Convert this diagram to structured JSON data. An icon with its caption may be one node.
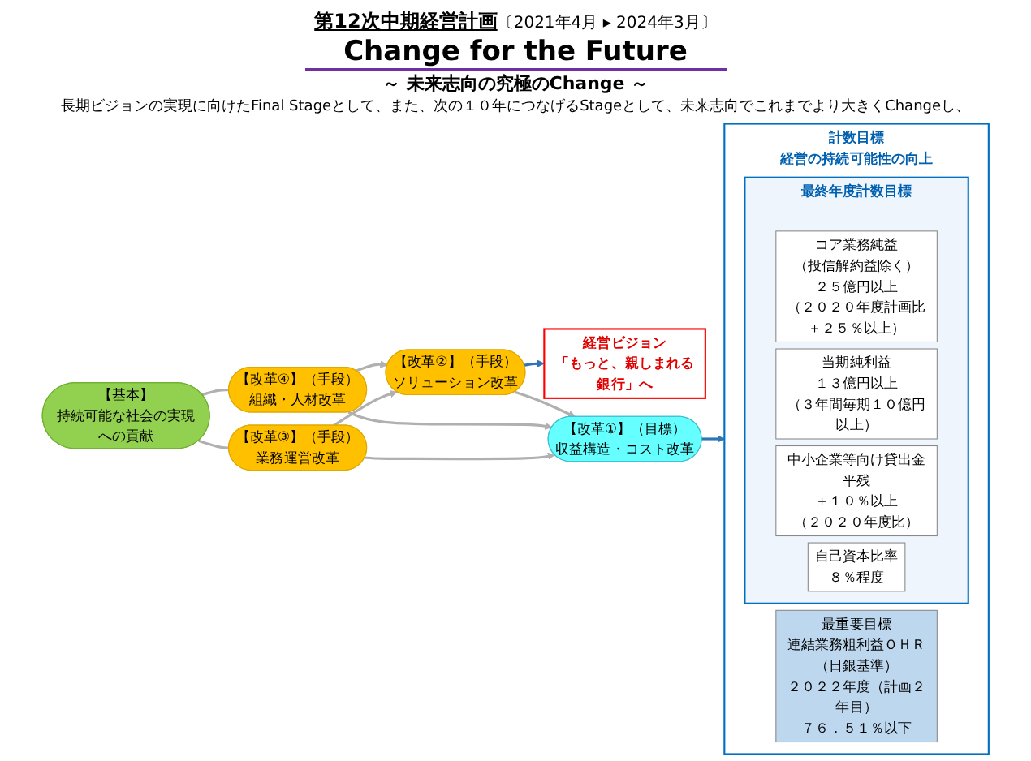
{
  "diagram": {
    "title": "第12次中期経営計画",
    "nodes": [
      {
        "text": [
          "経営ビジョン",
          "「もっと、親しまれる銀行」へ"
        ]
      },
      {
        "text": [
          "【改革②】（手段）",
          "ソリューション改革"
        ]
      },
      {
        "text": [
          "【改革①】（目標）",
          "収益構造・コスト改革"
        ]
      },
      {
        "text": [
          "【改革④】（手段）",
          "組織・人材改革"
        ]
      },
      {
        "text": [
          "【改革③】（手段）",
          "業務運営改革"
        ]
      },
      {
        "text": [
          "【基本】",
          "持続可能な社会の実現への貢献"
        ]
      },
      {
        "text": [
          "計数目標",
          "経営の持続可能性の向上"
        ]
      },
      {
        "text": [
          "最重要目標",
          "連結業務粗利益ＯＨＲ（日銀基準）",
          "２０２２年度（計画２年目）",
          "７６．５１％以下"
        ],
        "in": 6
      },
      {
        "text": [
          "最終年度計数目標"
        ],
        "in": 6
      },
      {
        "text": [
          "コア業務純益",
          "（投信解約益除く）",
          "２５億円以上",
          "（２０２０年度計画比＋２５％以上）"
        ],
        "in": 8
      },
      {
        "text": [
          "当期純利益",
          "１３億円以上",
          "（３年間毎期１０億円以上）"
        ],
        "in": 8
      },
      {
        "text": [
          "中小企業等向け貸出金平残",
          "＋１０％以上",
          "（２０２０年度比）"
        ],
        "in": 8
      },
      {
        "text": [
          "自己資本比率",
          "８％程度"
        ],
        "in": 8
      }
    ],
    "edges": [
      {
        "from": 1,
        "to": 0,
        "arrow": "to",
        "color": "#2e75b6"
      },
      {
        "from": 1,
        "to": 2,
        "arrow": "to"
      },
      {
        "from": 3,
        "to": 2,
        "arrow": "to"
      },
      {
        "from": 4,
        "to": 2,
        "arrow": "to"
      },
      {
        "from": 3,
        "to": 1,
        "arrow": "to"
      },
      {
        "from": 4,
        "to": 1,
        "arrow": "to"
      },
      {
        "from": 5,
        "to": 3,
        "arrow": "none"
      },
      {
        "from": 5,
        "to": 4,
        "arrow": "none"
      },
      {
        "from": 2,
        "to": 6,
        "arrow": "to",
        "color": "#2e75b6"
      }
    ],
    "labels": [
      "〔2021年4月 ▸ 2024年3月〕",
      "Change for the Future",
      "～ 未来志向の究極のChange ～",
      "長期ビジョンの実現に向けたFinal Stageとして、また、次の１０年につなげるStageとして、未来志向でこれまでより大きくChangeし、"
    ]
  }
}
